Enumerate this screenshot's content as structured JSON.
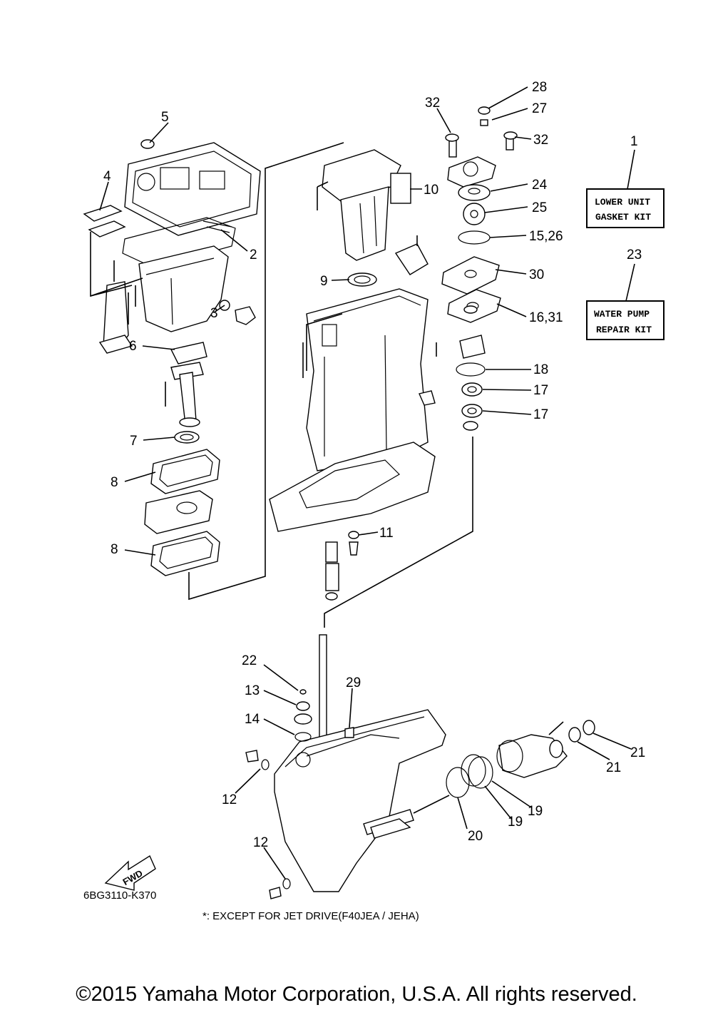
{
  "kits": {
    "lower_unit": {
      "number": "1",
      "line1": "LOWER UNIT",
      "line2": "GASKET KIT"
    },
    "water_pump": {
      "number": "23",
      "line1": "WATER PUMP",
      "line2": "REPAIR KIT"
    }
  },
  "callouts": {
    "c2": "2",
    "c3": "3",
    "c4": "4",
    "c5": "5",
    "c6": "6",
    "c7": "7",
    "c8a": "8",
    "c8b": "8",
    "c9": "9",
    "c10": "10",
    "c11": "11",
    "c12a": "12",
    "c12b": "12",
    "c13": "13",
    "c14": "14",
    "c15": "15,26",
    "c16": "16,31",
    "c17a": "17",
    "c17b": "17",
    "c18": "18",
    "c19a": "19",
    "c19b": "19",
    "c20": "20",
    "c21a": "21",
    "c21b": "21",
    "c22": "22",
    "c24": "24",
    "c25": "25",
    "c27": "27",
    "c28": "28",
    "c29": "29",
    "c30": "30",
    "c32a": "32",
    "c32b": "32"
  },
  "fwd_label": "FWD",
  "diagram_code": "6BG3110-K370",
  "footnote": "*: EXCEPT FOR JET DRIVE(F40JEA / JEHA)",
  "copyright": "©2015 Yamaha Motor Corporation, U.S.A. All rights reserved."
}
